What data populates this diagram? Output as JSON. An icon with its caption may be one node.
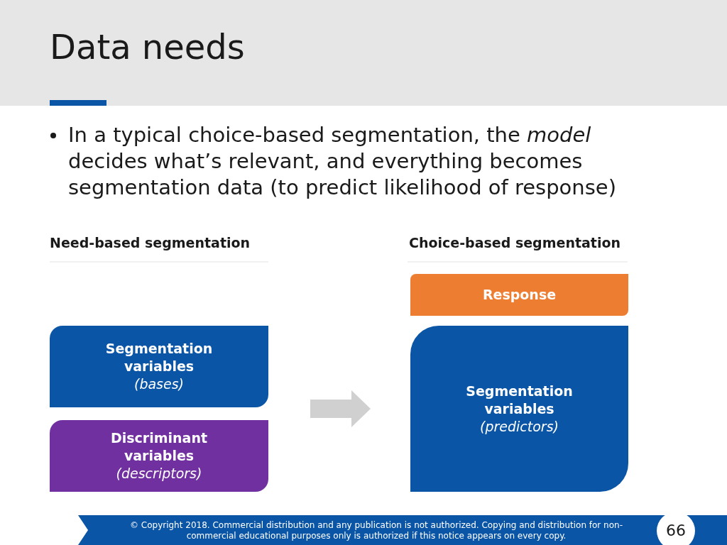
{
  "diagram": {
    "title": "Data needs",
    "nodes": [
      {
        "text": [
          "Segmentation variables",
          "(bases)"
        ]
      },
      {
        "text": [
          "Discriminant variables",
          "(descriptors)"
        ]
      },
      {
        "text": [
          "Response"
        ]
      },
      {
        "text": [
          "Segmentation variables",
          "(predictors)"
        ]
      }
    ],
    "edges": [
      {
        "from": 0,
        "to": 3,
        "arrow": "to",
        "style": "thick",
        "color": "#d0d0d0"
      }
    ],
    "labels": [
      "In a typical choice-based segmentation, the *model* decides what’s relevant, and everything becomes segmentation data (to predict likelihood of response)",
      "Need-based segmentation",
      "Choice-based segmentation",
      "© Copyright 2018. Commercial distribution and any publication is not authorized. Copying and distribution for non-commercial educational purposes only is authorized if this notice appears on every copy.",
      "66"
    ]
  }
}
